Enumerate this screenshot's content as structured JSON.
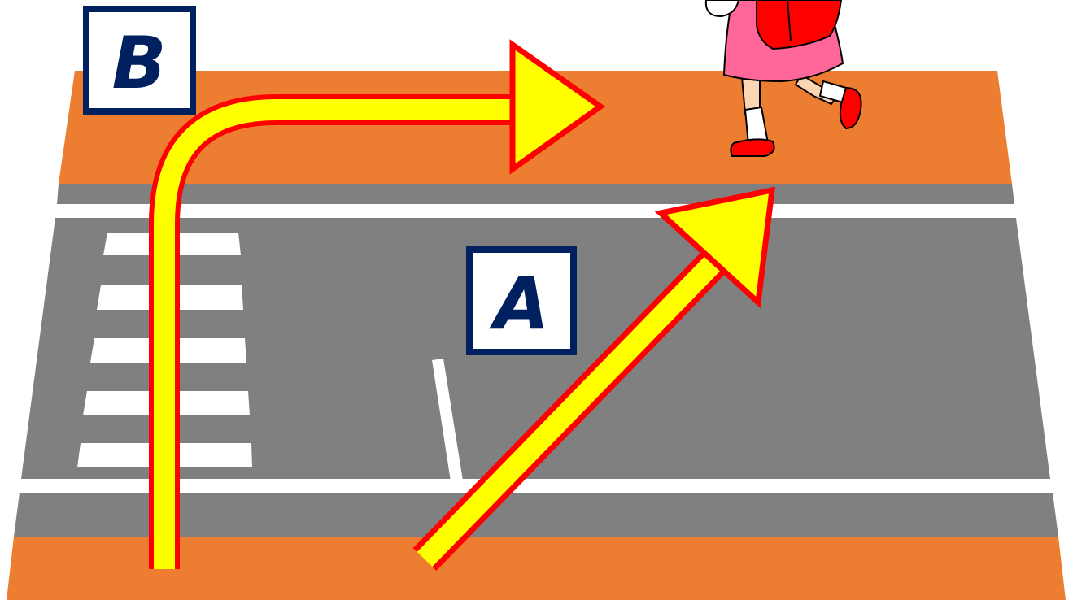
{
  "labels": {
    "route_a": "A",
    "route_b": "B"
  },
  "colors": {
    "background": "#ffffff",
    "sidewalk": "#ed7d31",
    "road": "#808080",
    "road_line": "#ffffff",
    "crosswalk": "#ffffff",
    "arrow_fill": "#ffff00",
    "arrow_outline": "#ff0000",
    "label_border": "#002060",
    "label_text": "#002060",
    "skirt": "#ff6699",
    "backpack": "#ff0000",
    "skin": "#fcd5b4",
    "shoes": "#ff0000"
  },
  "elements": {
    "pedestrian": "girl-with-red-backpack",
    "crosswalk_stripes": 5
  }
}
